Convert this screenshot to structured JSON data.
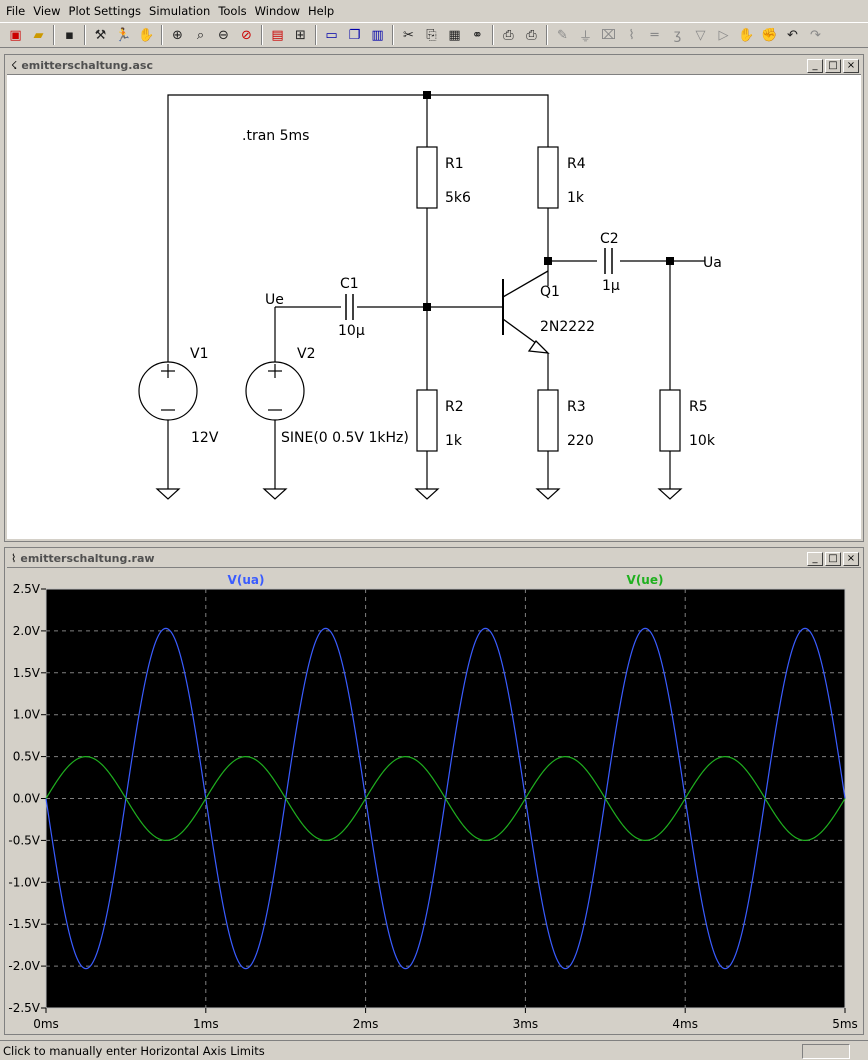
{
  "menu": [
    "File",
    "View",
    "Plot Settings",
    "Simulation",
    "Tools",
    "Window",
    "Help"
  ],
  "toolbar_icons": [
    "new-schematic-icon",
    "open-icon",
    "save-icon",
    "control-panel-icon",
    "run-icon",
    "halt-icon",
    "zoom-in-icon",
    "zoom-pan-icon",
    "zoom-out-icon",
    "zoom-cancel-icon",
    "autorange-icon",
    "zoom-extents-icon",
    "tile-horizontal-icon",
    "cascade-icon",
    "tile-vertical-icon",
    "cut-icon",
    "copy-icon",
    "find-icon",
    "binoculars-icon",
    "print-setup-icon",
    "print-icon",
    "wire-icon",
    "ground-icon",
    "label-icon",
    "resistor-icon",
    "capacitor-icon",
    "inductor-icon",
    "diode-icon",
    "component-icon",
    "move-icon",
    "drag-icon",
    "undo-icon",
    "redo-icon"
  ],
  "schematic": {
    "title": "emitterschaltung.asc",
    "directive": ".tran 5ms",
    "components": {
      "R1": {
        "name": "R1",
        "value": "5k6"
      },
      "R2": {
        "name": "R2",
        "value": "1k"
      },
      "R3": {
        "name": "R3",
        "value": "220"
      },
      "R4": {
        "name": "R4",
        "value": "1k"
      },
      "R5": {
        "name": "R5",
        "value": "10k"
      },
      "C1": {
        "name": "C1",
        "value": "10µ"
      },
      "C2": {
        "name": "C2",
        "value": "1µ"
      },
      "Q1": {
        "name": "Q1",
        "value": "2N2222"
      },
      "V1": {
        "name": "V1",
        "value": "12V"
      },
      "V2": {
        "name": "V2",
        "value": "SINE(0 0.5V 1kHz)"
      }
    },
    "net_labels": {
      "ue": "Ue",
      "ua": "Ua"
    }
  },
  "plot": {
    "title": "emitterschaltung.raw",
    "colors": {
      "bg": "#000000",
      "grid": "#808080",
      "ua": "#3a5cff",
      "ue": "#1fb01f",
      "axis_text": "#000000"
    }
  },
  "chart_data": {
    "type": "line",
    "x_unit": "ms",
    "xlim": [
      0,
      5
    ],
    "ylim": [
      -2.5,
      2.5
    ],
    "x_ticks": [
      "0ms",
      "1ms",
      "2ms",
      "3ms",
      "4ms",
      "5ms"
    ],
    "y_ticks": [
      "2.5V",
      "2.0V",
      "1.5V",
      "1.0V",
      "0.5V",
      "0.0V",
      "-0.5V",
      "-1.0V",
      "-1.5V",
      "-2.0V",
      "-2.5V"
    ],
    "grid": true,
    "series": [
      {
        "name": "V(ua)",
        "function": "-A*sin(2*pi*f*t)",
        "amplitude": 2.03,
        "frequency_khz": 1,
        "color": "#3a5cff"
      },
      {
        "name": "V(ue)",
        "function": "A*sin(2*pi*f*t)",
        "amplitude": 0.5,
        "frequency_khz": 1,
        "color": "#1fb01f"
      }
    ]
  },
  "status": "Click to manually enter Horizontal Axis Limits"
}
